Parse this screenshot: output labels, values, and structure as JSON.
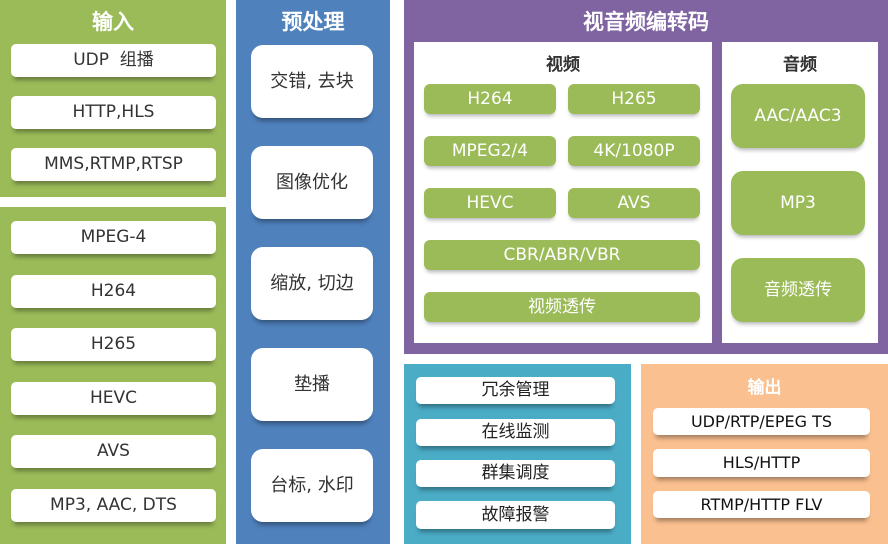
{
  "input": {
    "title": "输入",
    "protocols": [
      "UDP  组播",
      "HTTP,HLS",
      "MMS,RTMP,RTSP"
    ],
    "formats": [
      "MPEG-4",
      "H264",
      "H265",
      "HEVC",
      "AVS",
      "MP3, AAC, DTS"
    ]
  },
  "preprocess": {
    "title": "预处理",
    "items": [
      "交错, 去块",
      "图像优化",
      "缩放, 切边",
      "垫播",
      "台标, 水印"
    ]
  },
  "transcode": {
    "title": "视音频编转码",
    "video": {
      "title": "视频",
      "items": [
        "H264",
        "H265",
        "MPEG2/4",
        "4K/1080P",
        "HEVC",
        "AVS"
      ],
      "wide": [
        "CBR/ABR/VBR",
        "视频透传"
      ]
    },
    "audio": {
      "title": "音频",
      "items": [
        "AAC/AAC3",
        "MP3",
        "音频透传"
      ]
    }
  },
  "management": {
    "items": [
      "冗余管理",
      "在线监测",
      "群集调度",
      "故障报警"
    ]
  },
  "output": {
    "title": "输出",
    "items": [
      "UDP/RTP/EPEG TS",
      "HLS/HTTP",
      "RTMP/HTTP FLV"
    ]
  },
  "colors": {
    "green": "#9bbb59",
    "blue": "#4f81bd",
    "purple": "#8064a2",
    "teal": "#4bacc6",
    "orange": "#fac090"
  }
}
